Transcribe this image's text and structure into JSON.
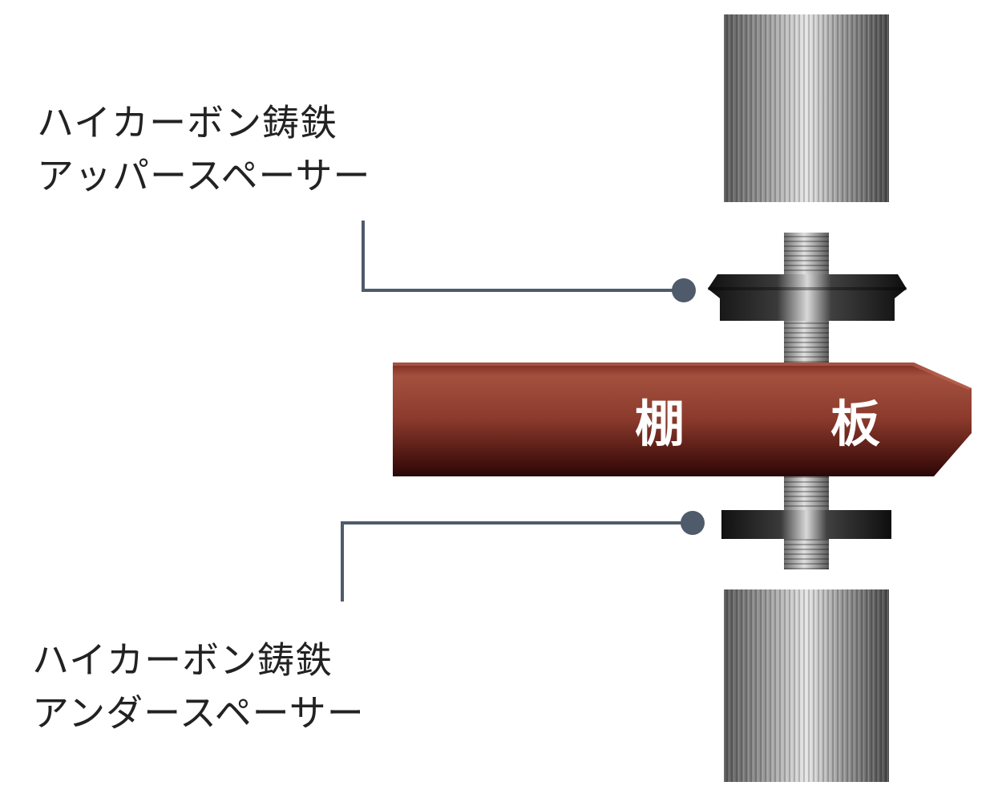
{
  "upper_spacer": {
    "line1": "ハイカーボン鋳鉄",
    "line2": "アッパースペーサー"
  },
  "under_spacer": {
    "line1": "ハイカーボン鋳鉄",
    "line2": "アンダースペーサー"
  },
  "shelf": {
    "label": "棚　板"
  },
  "colors": {
    "leader_line": "#4f5b6b",
    "shelf_light": "#a4503f",
    "shelf_dark": "#2a0808",
    "spacer_dark": "#1a1a1a",
    "column_gray": "#8a8a8a"
  }
}
